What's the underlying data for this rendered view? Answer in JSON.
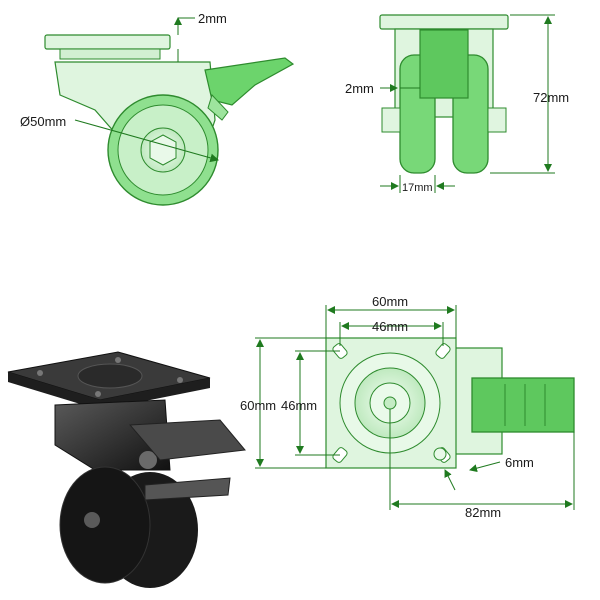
{
  "colors": {
    "part_fill": "#dff5df",
    "part_stroke": "#2e8b2e",
    "accent_fill": "#6cd46c",
    "wheel_fill": "#78d878",
    "dimension_line": "#1f7a1f",
    "label_text": "#1a1a1a",
    "photo_dark": "#1c1c1c"
  },
  "views": {
    "side": {
      "name": "side-view",
      "dims": {
        "plate_gap": "2mm",
        "wheel_diameter": "Ø50mm"
      }
    },
    "front": {
      "name": "front-view",
      "dims": {
        "side_gap": "2mm",
        "height": "72mm",
        "wheel_width": "17mm"
      }
    },
    "photo": {
      "name": "caster-photo"
    },
    "top": {
      "name": "top-view",
      "dims": {
        "outer_width": "60mm",
        "inner_width": "46mm",
        "outer_height": "60mm",
        "inner_height": "46mm",
        "hole_size": "6mm",
        "overall_length": "82mm"
      }
    }
  }
}
